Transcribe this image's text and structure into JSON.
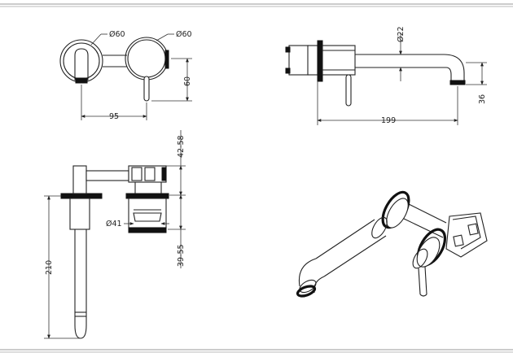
{
  "dimensions": {
    "front_left_diameter": "Ø60",
    "front_right_diameter": "Ø60",
    "front_height": "60",
    "front_width": "95",
    "side_spout_diameter": "Ø22",
    "side_drop": "36",
    "side_projection": "199",
    "section_top_range": "42-58",
    "section_bottom_range": "39-55",
    "section_diameter": "Ø41",
    "section_height": "210"
  },
  "colors": {
    "line": "#222222",
    "background": "#ffffff"
  }
}
